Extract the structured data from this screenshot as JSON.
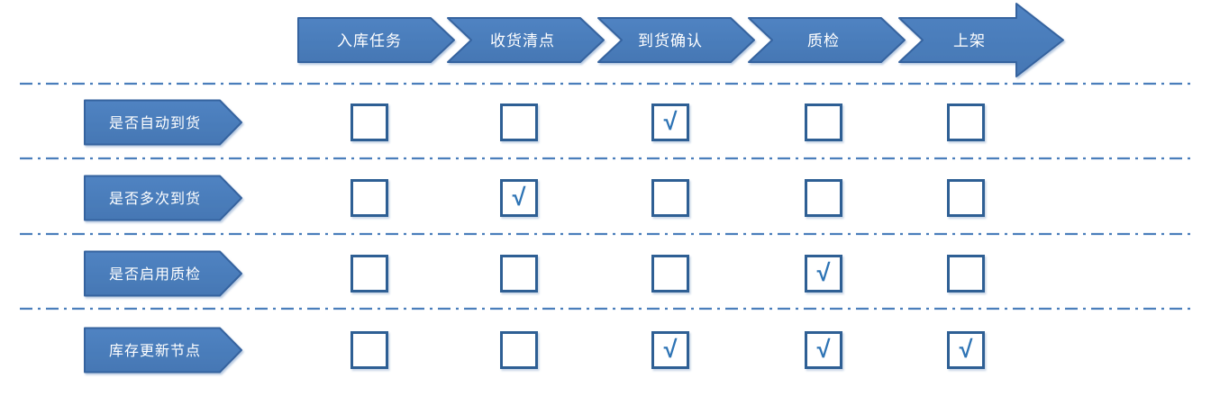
{
  "diagram_title": "inbound-process-flow-matrix",
  "colors": {
    "shape_fill": "#4a7ebc",
    "shape_fill_dark": "#4272ae",
    "shape_border": "#36639f",
    "checkbox_border": "#2e5f94",
    "check_mark_color": "#2e74b5",
    "separator_line": "#4a7ebb",
    "shape_text": "#ffffff",
    "background": "#ffffff"
  },
  "flow": {
    "stages": [
      {
        "label": "入库任务"
      },
      {
        "label": "收货清点"
      },
      {
        "label": "到货确认"
      },
      {
        "label": "质检"
      },
      {
        "label": "上架"
      }
    ]
  },
  "matrix": {
    "check_mark": "√",
    "rows": [
      {
        "label": "是否自动到货",
        "cells": [
          "",
          "",
          "√",
          "",
          ""
        ]
      },
      {
        "label": "是否多次到货",
        "cells": [
          "",
          "√",
          "",
          "",
          ""
        ]
      },
      {
        "label": "是否启用质检",
        "cells": [
          "",
          "",
          "",
          "√",
          ""
        ]
      },
      {
        "label": "库存更新节点",
        "cells": [
          "",
          "",
          "√",
          "√",
          "√"
        ]
      }
    ]
  }
}
